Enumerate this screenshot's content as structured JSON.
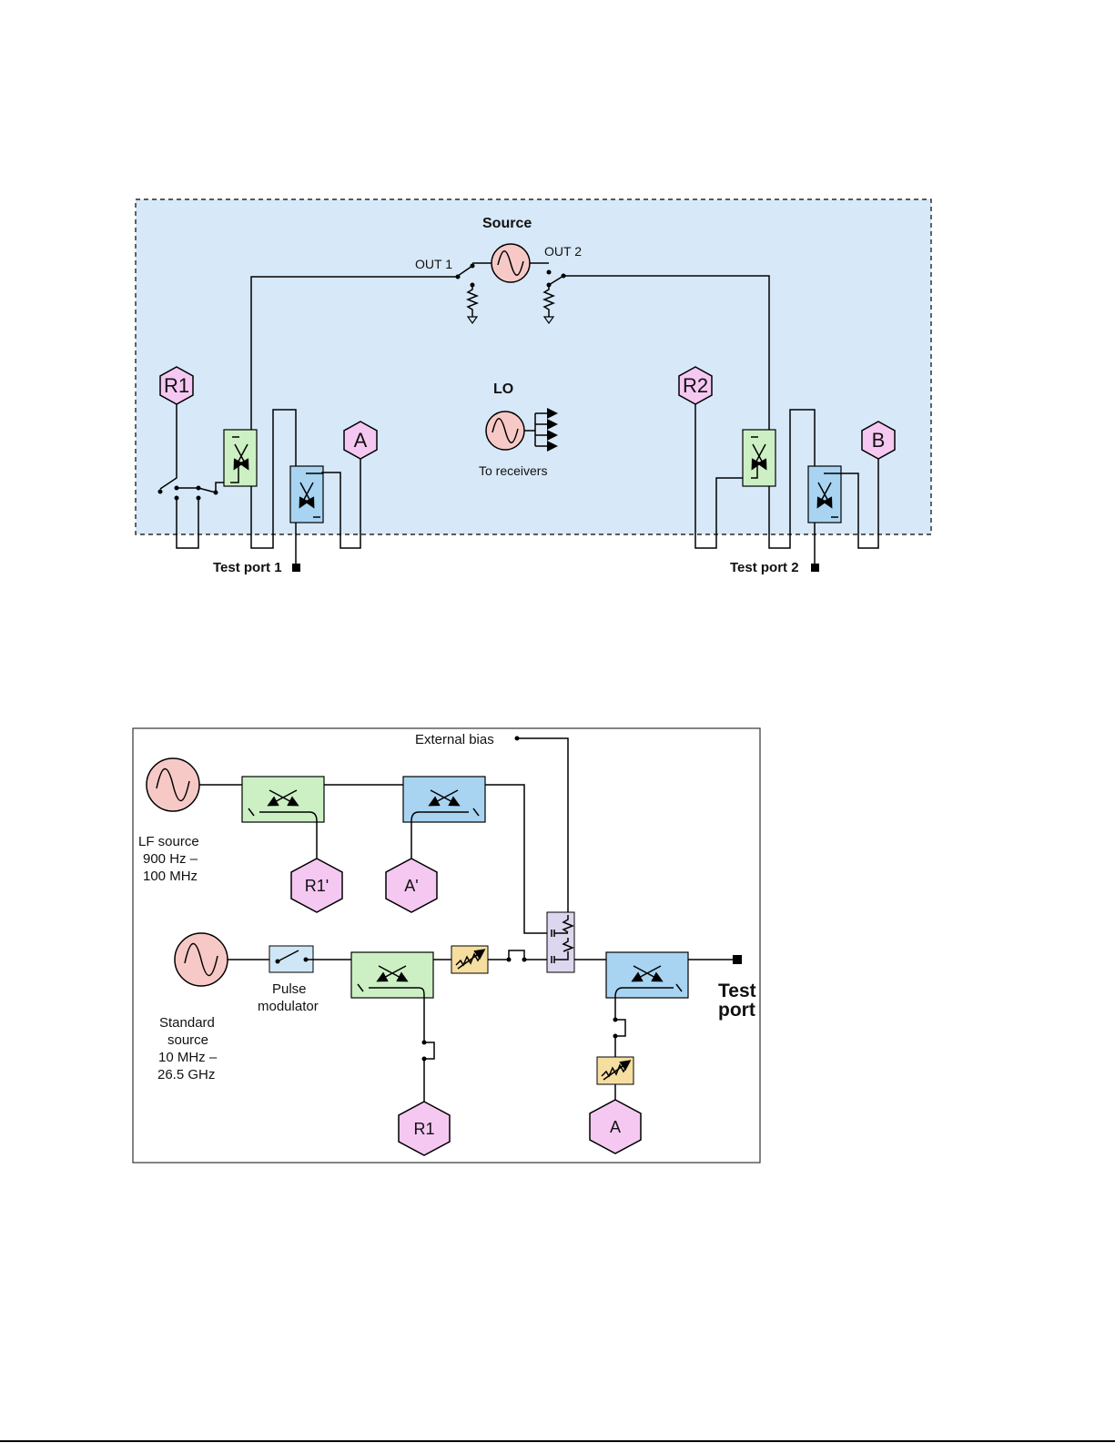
{
  "colors": {
    "panel_bg": "#d7e8f8",
    "source": "#f7c9c6",
    "receiver": "#f5c8f2",
    "coupler_green": "#ccf0c4",
    "coupler_blue": "#a8d4f2",
    "bias_tee": "#dcd7ee",
    "attenuator": "#f6dea0",
    "modulator": "#cfe6f6"
  },
  "top_diagram": {
    "source_label": "Source",
    "out1_label": "OUT 1",
    "out2_label": "OUT 2",
    "lo_label": "LO",
    "lo_caption": "To receivers",
    "receivers": [
      "R1",
      "A",
      "R2",
      "B"
    ],
    "test_port_1": "Test port 1",
    "test_port_2": "Test port 2"
  },
  "bottom_diagram": {
    "external_bias": "External bias",
    "lf_source": [
      "LF source",
      "900 Hz –",
      "100 MHz"
    ],
    "standard_source": [
      "Standard",
      "source",
      "10 MHz –",
      "26.5 GHz"
    ],
    "pulse_modulator": [
      "Pulse",
      "modulator"
    ],
    "receivers": [
      "R1'",
      "A'",
      "R1",
      "A"
    ],
    "test_port": [
      "Test",
      "port"
    ]
  }
}
